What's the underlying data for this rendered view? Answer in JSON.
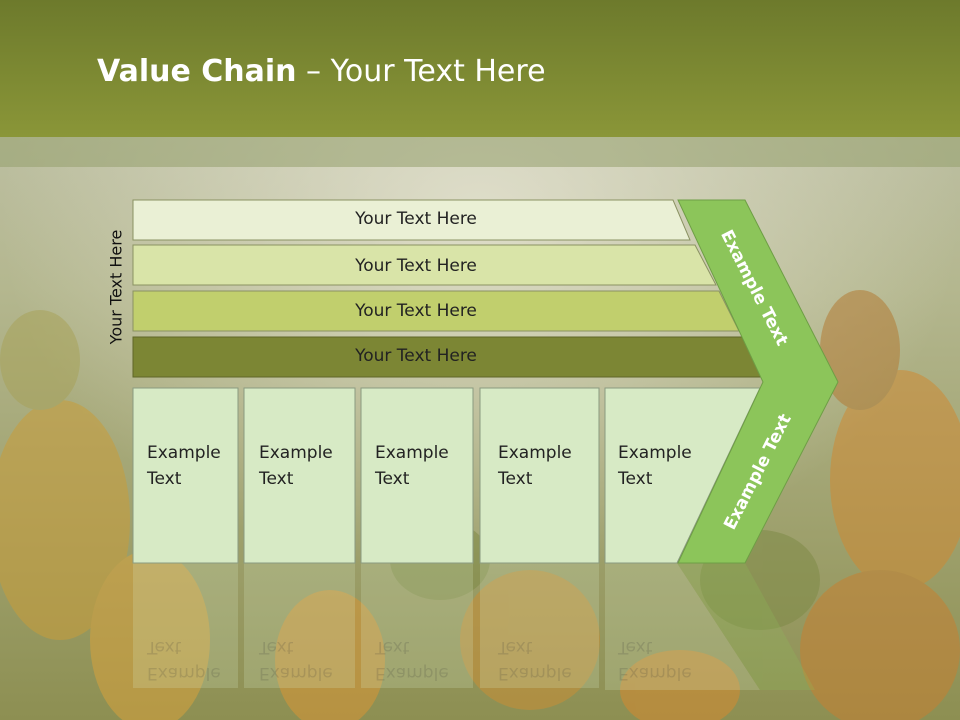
{
  "slide": {
    "title_bold": "Value Chain",
    "title_rest": " – Your Text Here",
    "side_label": "Your Text Here"
  },
  "rows": [
    {
      "label": "Your Text Here",
      "color": "#eaf0d5"
    },
    {
      "label": "Your Text Here",
      "color": "#d9e4a8"
    },
    {
      "label": "Your Text Here",
      "color": "#c1cf6d"
    },
    {
      "label": "Your Text Here",
      "color": "#7c8634"
    }
  ],
  "boxes": [
    {
      "line1": "Example",
      "line2": "Text"
    },
    {
      "line1": "Example",
      "line2": "Text"
    },
    {
      "line1": "Example",
      "line2": "Text"
    },
    {
      "line1": "Example",
      "line2": "Text"
    },
    {
      "line1": "Example",
      "line2": "Text"
    }
  ],
  "chevron": {
    "upper": "Example Text",
    "lower": "Example Text",
    "color": "#8cc55a"
  },
  "colors": {
    "header": "#8a9638",
    "box_fill": "#d7eac5"
  }
}
